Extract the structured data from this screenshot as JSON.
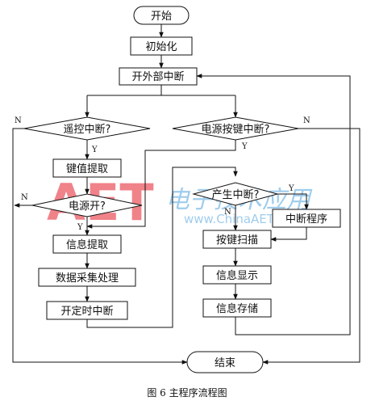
{
  "diagram": {
    "nodes": {
      "start": "开始",
      "init": "初始化",
      "open_ext_int": "开外部中断",
      "remote_int": "遥控中断?",
      "power_key_int": "电源按键中断?",
      "key_extract": "键值提取",
      "power_on": "电源开?",
      "gen_int": "产生中断?",
      "int_routine": "中断程序",
      "info_extract": "信息提取",
      "key_scan": "按键扫描",
      "data_proc": "数据采集处理",
      "info_display": "信息显示",
      "open_timer_int": "开定时中断",
      "info_store": "信息存储",
      "end": "结束"
    },
    "branch_labels": {
      "remote_no": "N",
      "remote_yes": "Y",
      "power_key_no": "N",
      "power_key_yes": "Y",
      "power_on_no": "N",
      "power_on_yes": "Y",
      "gen_int_no": "N",
      "gen_int_yes": "Y"
    }
  },
  "watermark": {
    "logo": "AET",
    "chinese": "电子技术应用",
    "url": "www.ChinaAET.com"
  },
  "caption": "图 6   主程序流程图"
}
